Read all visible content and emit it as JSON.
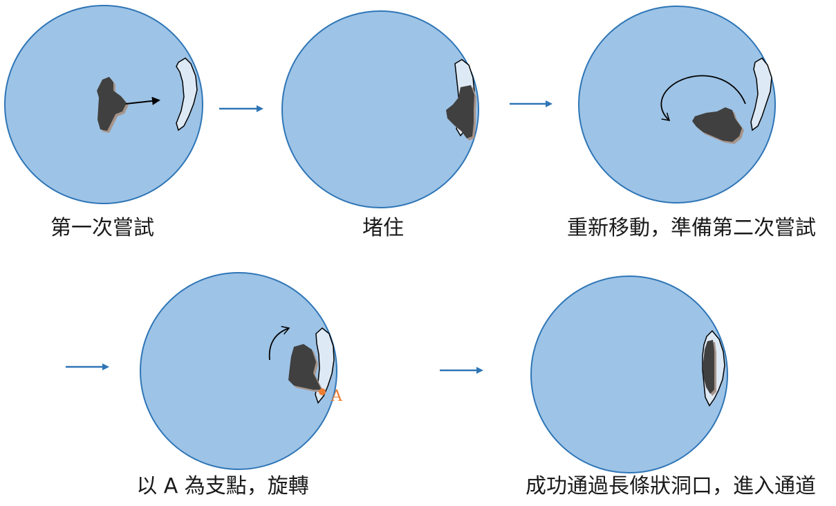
{
  "captions": {
    "step1": "第一次嘗試",
    "step2": "堵住",
    "step3": "重新移動，準備第二次嘗試",
    "step4": "以 A 為支點，旋轉",
    "step5": "成功通過長條狀洞口，進入通道"
  },
  "pivot_label": "A",
  "colors": {
    "circle_fill": "#9dc3e6",
    "circle_stroke": "#2e75b6",
    "arrow": "#2e75b6",
    "object_fill": "#404040",
    "object_shadow": "#a6948a",
    "slit_fill": "#dde9f5",
    "pivot": "#ed7d31"
  }
}
